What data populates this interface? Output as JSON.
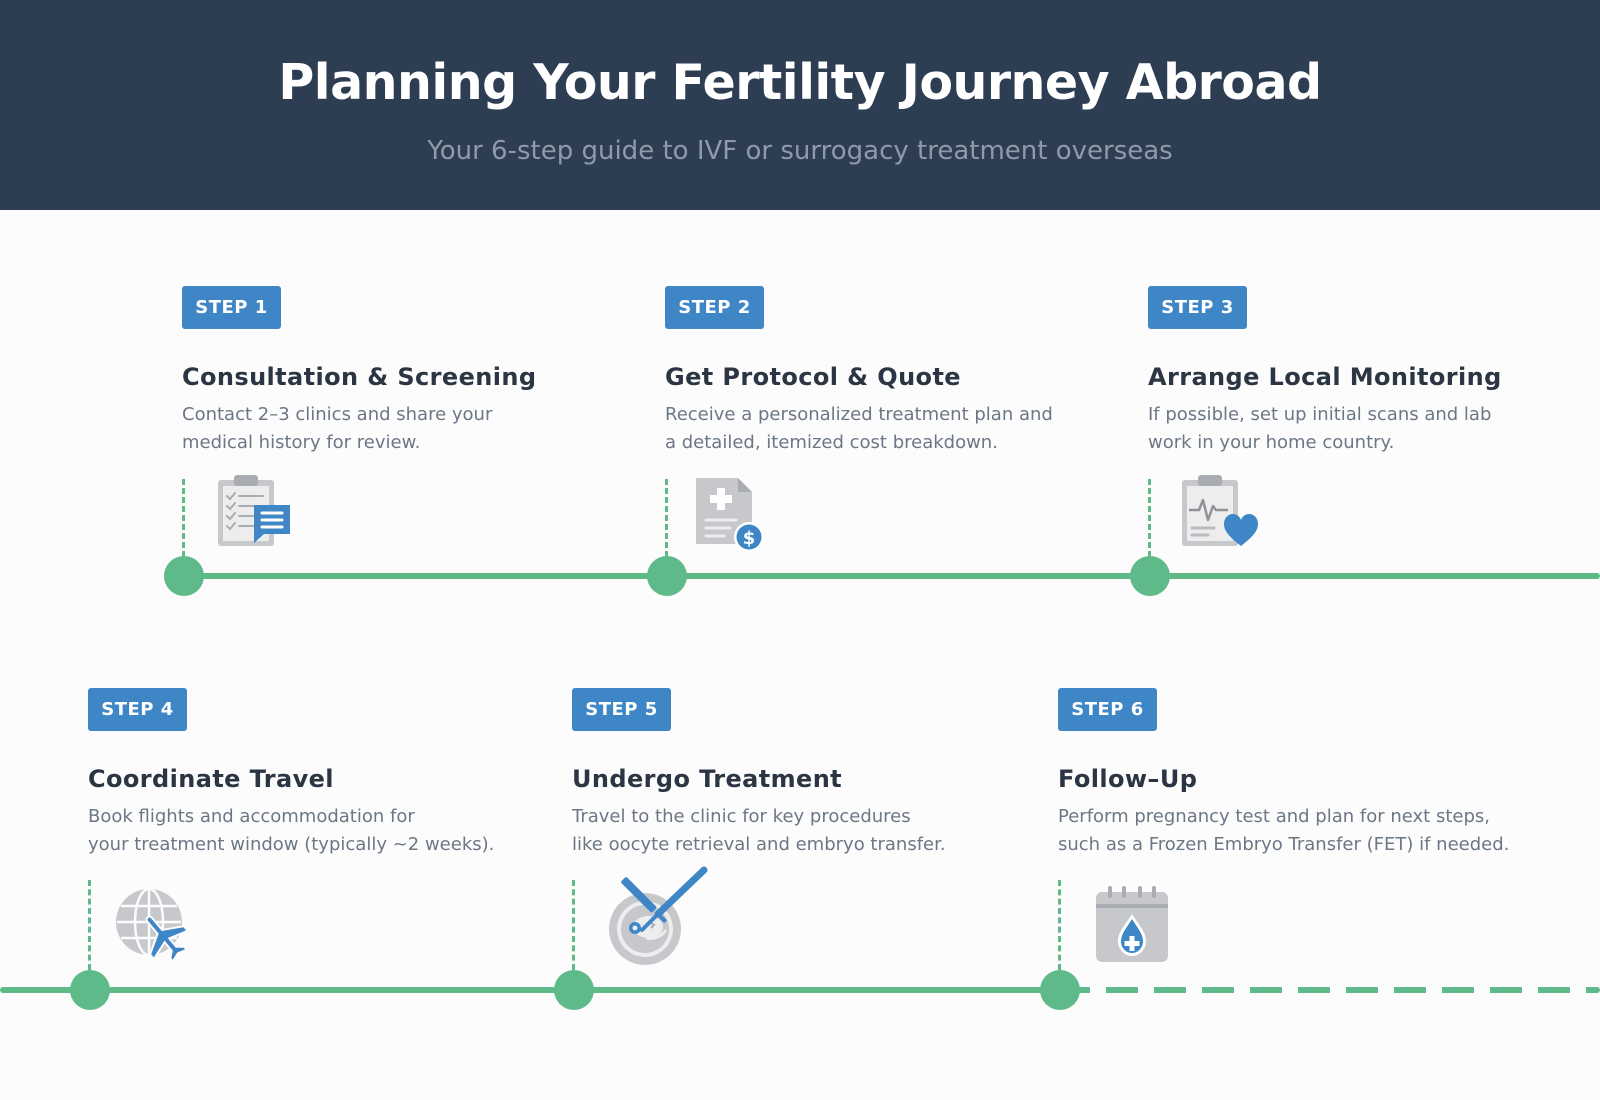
{
  "header": {
    "title": "Planning Your Fertility Journey Abroad",
    "subtitle": "Your 6-step guide to IVF or surrogacy treatment overseas"
  },
  "colors": {
    "header_bg": "#2e3e52",
    "accent_green": "#5fba8a",
    "badge_blue": "#3f86c6",
    "icon_gray": "#c6c8cb",
    "title_text": "#2b3544",
    "body_text": "#6c7785"
  },
  "steps": [
    {
      "badge": "STEP 1",
      "title": "Consultation & Screening",
      "desc_lines": [
        "Contact 2–3 clinics and share your",
        "medical history for review."
      ],
      "icon": "clipboard-chat-icon"
    },
    {
      "badge": "STEP 2",
      "title": "Get Protocol & Quote",
      "desc_lines": [
        "Receive a personalized treatment plan and",
        "a detailed, itemized cost breakdown."
      ],
      "icon": "medical-document-dollar-icon"
    },
    {
      "badge": "STEP 3",
      "title": "Arrange Local Monitoring",
      "desc_lines": [
        "If possible, set up initial scans and lab",
        "work in your home country."
      ],
      "icon": "clipboard-heartbeat-heart-icon"
    },
    {
      "badge": "STEP 4",
      "title": "Coordinate Travel",
      "desc_lines": [
        "Book flights and accommodation for",
        "your treatment window (typically ~2 weeks)."
      ],
      "icon": "globe-airplane-icon"
    },
    {
      "badge": "STEP 5",
      "title": "Undergo Treatment",
      "desc_lines": [
        "Travel to the clinic for key procedures",
        "like oocyte retrieval and embryo transfer."
      ],
      "icon": "petri-dish-pipette-icon"
    },
    {
      "badge": "STEP 6",
      "title": "Follow–Up",
      "desc_lines": [
        "Perform pregnancy test and plan for next steps,",
        "such as a Frozen Embryo Transfer (FET) if needed."
      ],
      "icon": "calendar-drop-icon"
    }
  ]
}
